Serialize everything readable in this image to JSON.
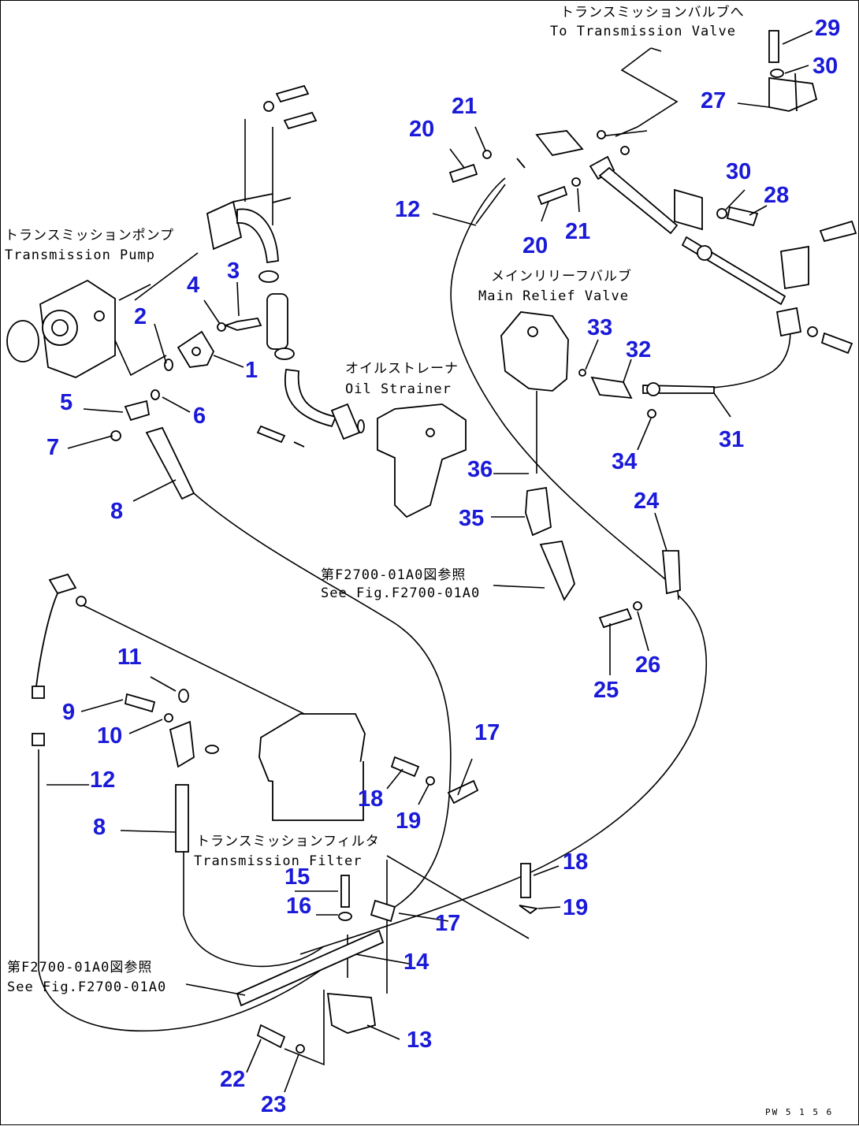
{
  "callouts": {
    "c1": "1",
    "c2": "2",
    "c3": "3",
    "c4": "4",
    "c5": "5",
    "c6": "6",
    "c7": "7",
    "c8a": "8",
    "c8b": "8",
    "c9": "9",
    "c10": "10",
    "c11": "11",
    "c12a": "12",
    "c12b": "12",
    "c13": "13",
    "c14": "14",
    "c15": "15",
    "c16": "16",
    "c17a": "17",
    "c17b": "17",
    "c18a": "18",
    "c18b": "18",
    "c19a": "19",
    "c19b": "19",
    "c20a": "20",
    "c20b": "20",
    "c21a": "21",
    "c21b": "21",
    "c22": "22",
    "c23": "23",
    "c24": "24",
    "c25": "25",
    "c26": "26",
    "c27": "27",
    "c28": "28",
    "c29": "29",
    "c30a": "30",
    "c30b": "30",
    "c31": "31",
    "c32": "32",
    "c33": "33",
    "c34": "34",
    "c35": "35",
    "c36": "36"
  },
  "labels": {
    "to_valve_jp": "トランスミッションバルブへ",
    "to_valve_en": "To Transmission Valve",
    "pump_jp": "トランスミッションポンプ",
    "pump_en": "Transmission Pump",
    "relief_jp": "メインリリーフバルブ",
    "relief_en": "Main Relief Valve",
    "strainer_jp": "オイルストレーナ",
    "strainer_en": "Oil Strainer",
    "see1_jp": "第F2700-01A0図参照",
    "see1_en": "See Fig.F2700-01A0",
    "filter_jp": "トランスミッションフィルタ",
    "filter_en": "Transmission Filter",
    "see2_jp": "第F2700-01A0図参照",
    "see2_en": "See Fig.F2700-01A0",
    "code": "PW 5 1 5 6"
  },
  "colors": {
    "callout": "#1a1ad8",
    "line": "#000000",
    "background": "#ffffff"
  }
}
